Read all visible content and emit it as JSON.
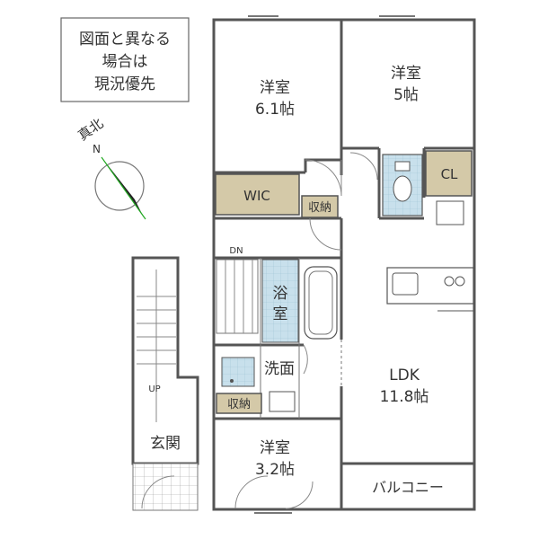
{
  "notice": {
    "lines": [
      "図面と異なる",
      "場合は",
      "現況優先"
    ]
  },
  "compass": {
    "label": "真北",
    "letter": "N"
  },
  "rooms": {
    "western_a": {
      "name": "洋室",
      "size": "6.1帖"
    },
    "western_b": {
      "name": "洋室",
      "size": "5帖"
    },
    "western_c": {
      "name": "洋室",
      "size": "3.2帖"
    },
    "wic": "WIC",
    "cl": "CL",
    "storage_upper": "収納",
    "storage_lower": "収納",
    "bath": [
      "浴",
      "室"
    ],
    "washroom": "洗面",
    "ldk": {
      "name": "LDK",
      "size": "11.8帖"
    },
    "entrance": "玄関",
    "balcony": "バルコニー"
  },
  "stairs": {
    "down": "DN",
    "up": "UP"
  },
  "colors": {
    "wall": "#555555",
    "storage_fill": "#d4c9a8",
    "tile_fill": "#c8e0ec",
    "line": "#666666"
  }
}
